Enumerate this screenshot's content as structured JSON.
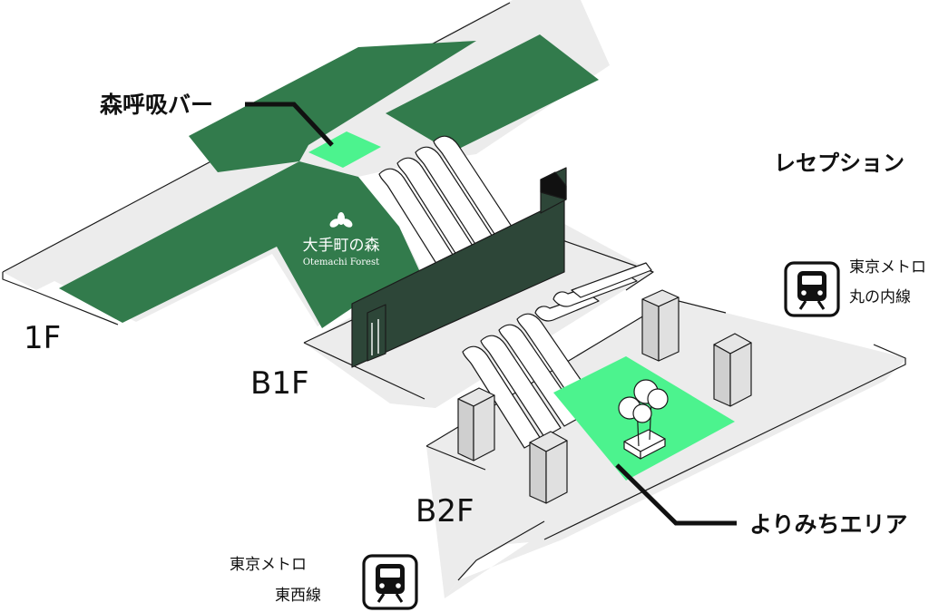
{
  "floors": {
    "f1": "1F",
    "b1f": "B1F",
    "b2f": "B2F"
  },
  "callouts": {
    "breathing_bar": "森呼吸バー",
    "reception": "レセプション",
    "yorimichi_area": "よりみちエリア"
  },
  "logo": {
    "jp": "大手町の森",
    "en": "Otemachi Forest"
  },
  "metro_marunouchi": {
    "operator": "東京メトロ",
    "line": "丸の内線",
    "icon": "train-icon"
  },
  "metro_tozai": {
    "operator": "東京メトロ",
    "line": "東西線",
    "icon": "train-icon"
  },
  "colors": {
    "forest_green": "#327b4c",
    "bright_green": "#4cf38e",
    "dark_wall": "#2d4638",
    "floor_gray": "#ececec",
    "outline": "#1a1a1a"
  }
}
